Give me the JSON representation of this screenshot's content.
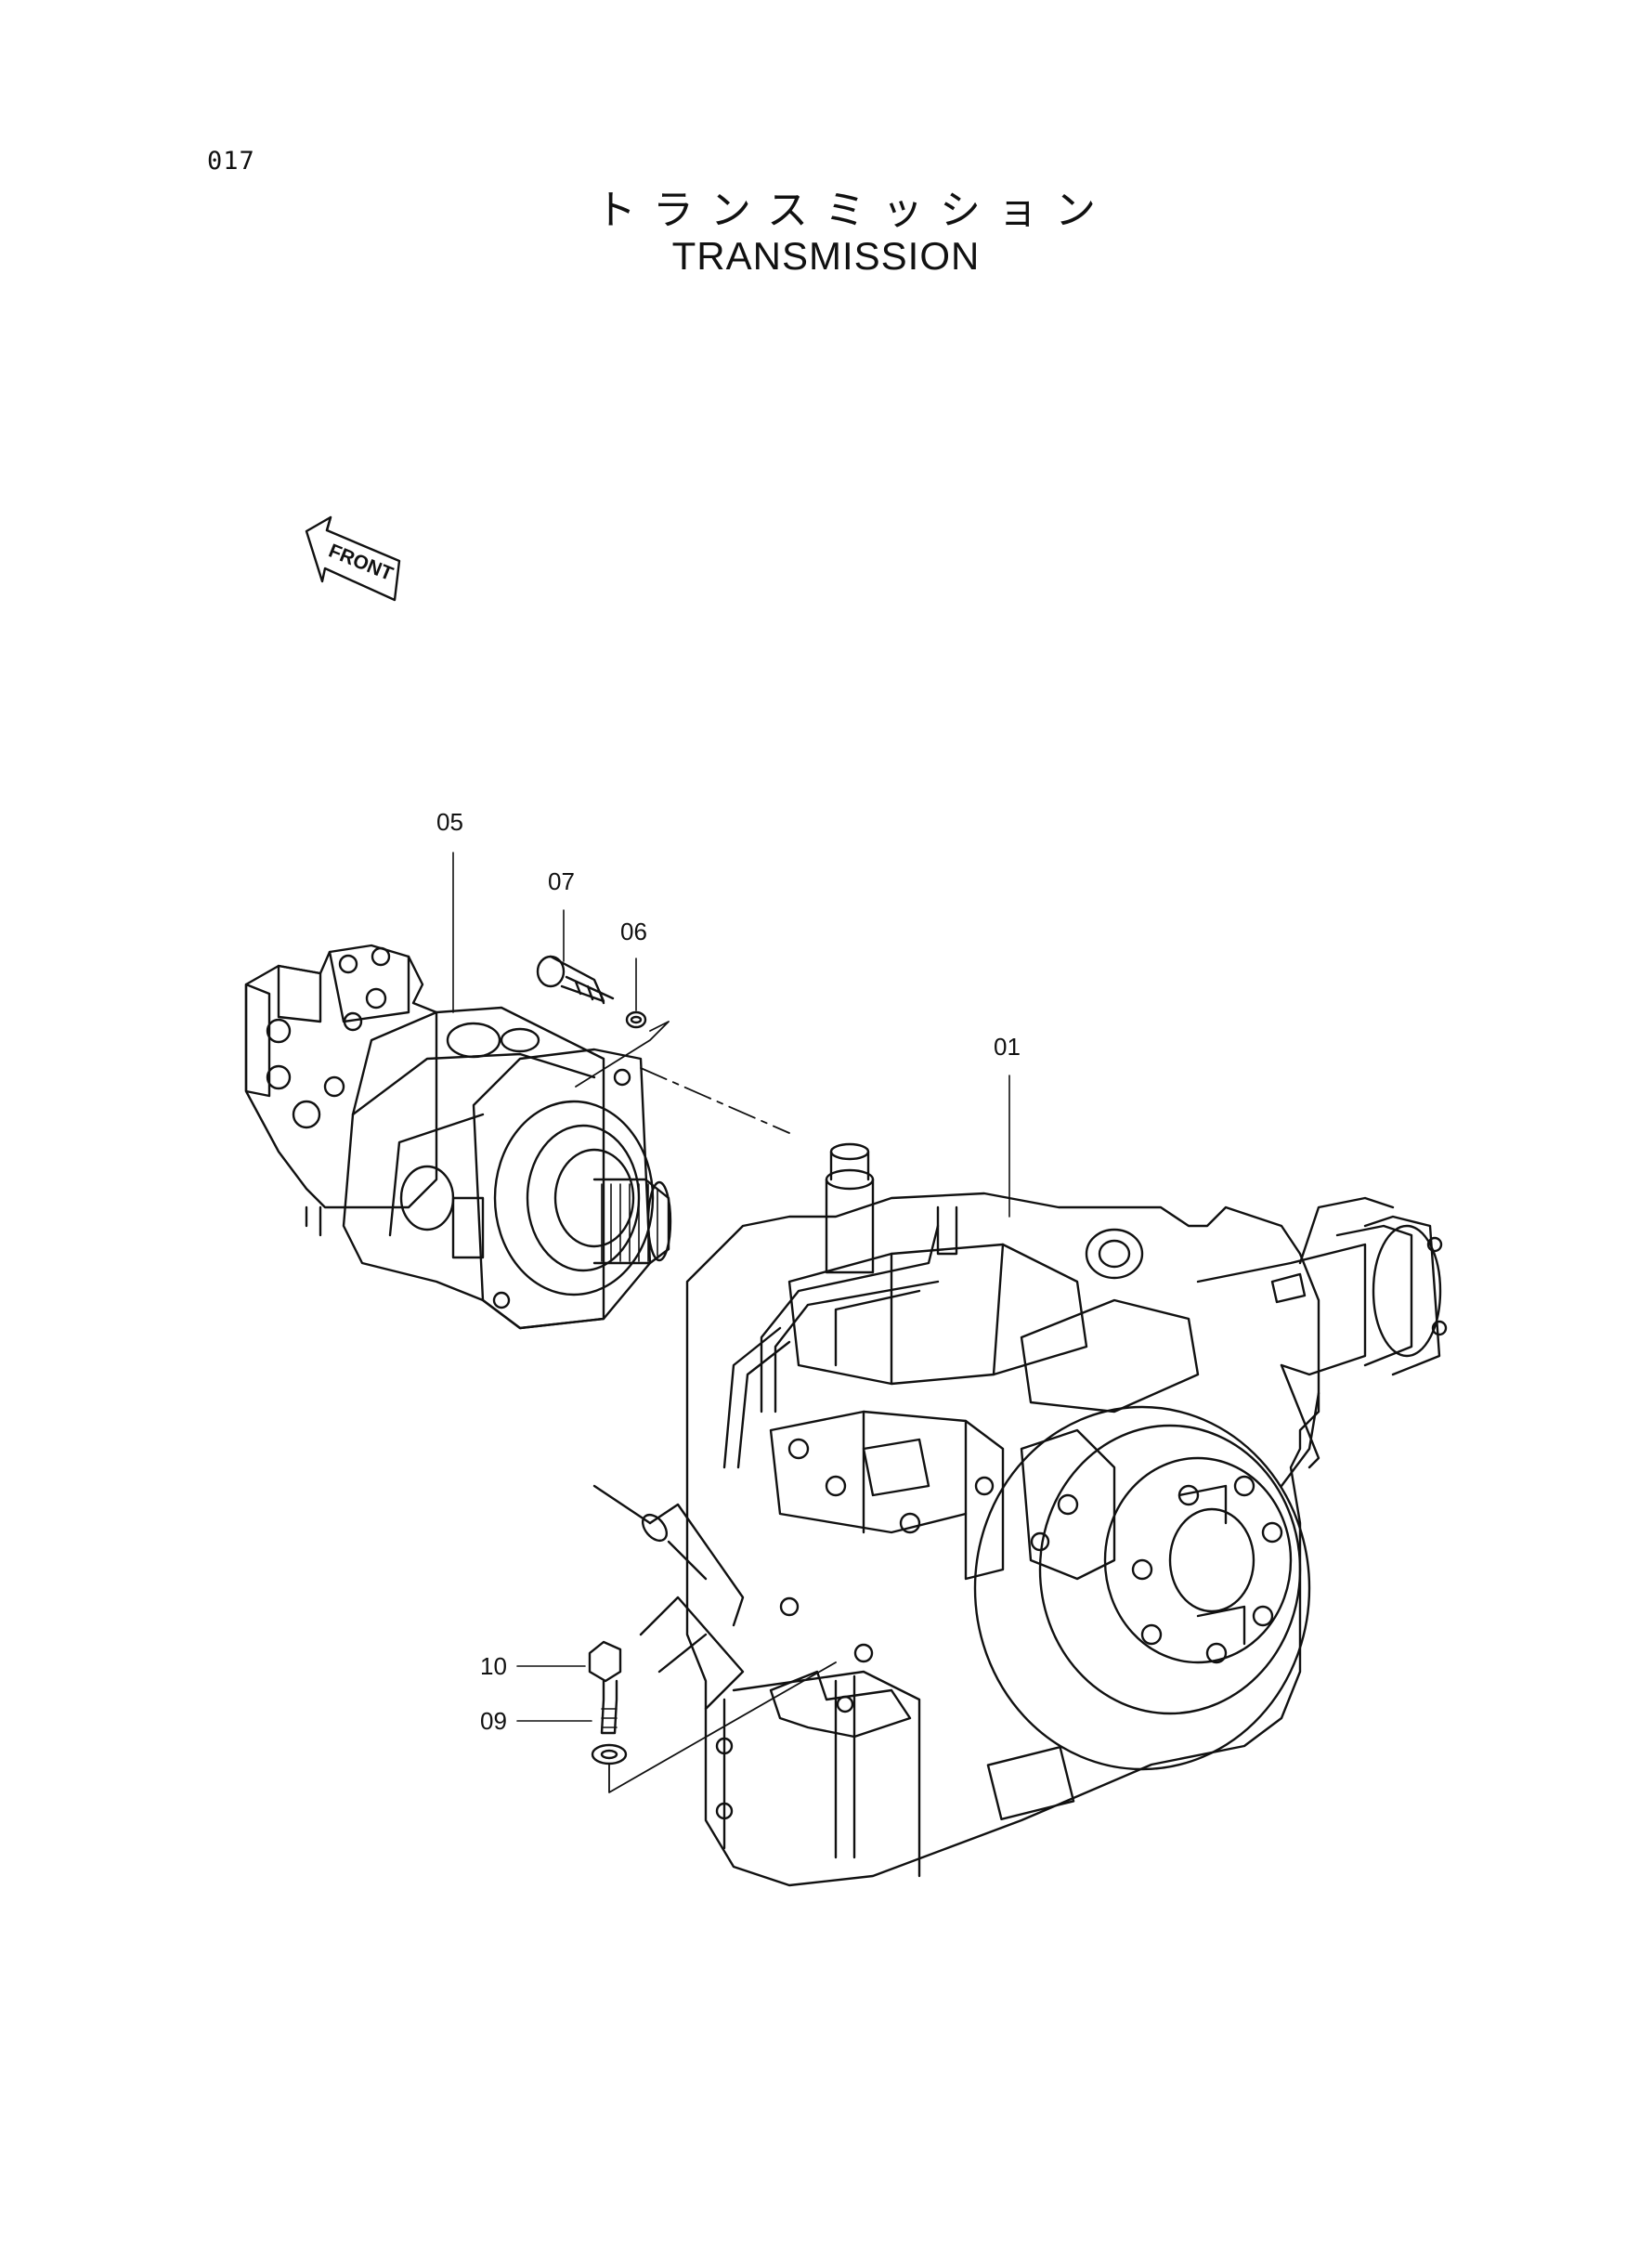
{
  "page": {
    "number": "017"
  },
  "title": {
    "japanese": "トランスミッション",
    "english": "TRANSMISSION"
  },
  "direction_arrow": {
    "label": "FRONT"
  },
  "callouts": [
    {
      "id": "c01",
      "label": "01"
    },
    {
      "id": "c05",
      "label": "05"
    },
    {
      "id": "c06",
      "label": "06"
    },
    {
      "id": "c07",
      "label": "07"
    },
    {
      "id": "c09",
      "label": "09"
    },
    {
      "id": "c10",
      "label": "10"
    }
  ]
}
